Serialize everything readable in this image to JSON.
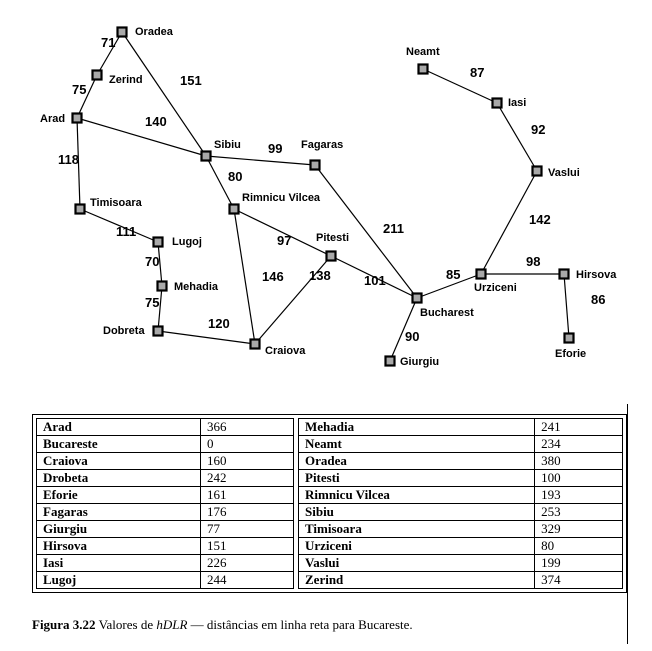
{
  "cities": [
    {
      "id": "oradea",
      "label": "Oradea"
    },
    {
      "id": "zerind",
      "label": "Zerind"
    },
    {
      "id": "arad",
      "label": "Arad"
    },
    {
      "id": "sibiu",
      "label": "Sibiu"
    },
    {
      "id": "fagaras",
      "label": "Fagaras"
    },
    {
      "id": "timisoara",
      "label": "Timisoara"
    },
    {
      "id": "rimnicu",
      "label": "Rimnicu Vilcea"
    },
    {
      "id": "lugoj",
      "label": "Lugoj"
    },
    {
      "id": "pitesti",
      "label": "Pitesti"
    },
    {
      "id": "mehadia",
      "label": "Mehadia"
    },
    {
      "id": "dobreta",
      "label": "Dobreta"
    },
    {
      "id": "craiova",
      "label": "Craiova"
    },
    {
      "id": "bucharest",
      "label": "Bucharest"
    },
    {
      "id": "giurgiu",
      "label": "Giurgiu"
    },
    {
      "id": "urziceni",
      "label": "Urziceni"
    },
    {
      "id": "hirsova",
      "label": "Hirsova"
    },
    {
      "id": "eforie",
      "label": "Eforie"
    },
    {
      "id": "vaslui",
      "label": "Vaslui"
    },
    {
      "id": "iasi",
      "label": "Iasi"
    },
    {
      "id": "neamt",
      "label": "Neamt"
    }
  ],
  "roads": [
    {
      "from": "oradea",
      "to": "zerind",
      "distance": "71"
    },
    {
      "from": "zerind",
      "to": "arad",
      "distance": "75"
    },
    {
      "from": "oradea",
      "to": "sibiu",
      "distance": "151"
    },
    {
      "from": "arad",
      "to": "sibiu",
      "distance": "140"
    },
    {
      "from": "arad",
      "to": "timisoara",
      "distance": "118"
    },
    {
      "from": "sibiu",
      "to": "fagaras",
      "distance": "99"
    },
    {
      "from": "sibiu",
      "to": "rimnicu",
      "distance": "80"
    },
    {
      "from": "timisoara",
      "to": "lugoj",
      "distance": "111"
    },
    {
      "from": "lugoj",
      "to": "mehadia",
      "distance": "70"
    },
    {
      "from": "mehadia",
      "to": "dobreta",
      "distance": "75"
    },
    {
      "from": "dobreta",
      "to": "craiova",
      "distance": "120"
    },
    {
      "from": "rimnicu",
      "to": "pitesti",
      "distance": "97"
    },
    {
      "from": "rimnicu",
      "to": "craiova",
      "distance": "146"
    },
    {
      "from": "pitesti",
      "to": "craiova",
      "distance": "138"
    },
    {
      "from": "fagaras",
      "to": "bucharest",
      "distance": "211"
    },
    {
      "from": "pitesti",
      "to": "bucharest",
      "distance": "101"
    },
    {
      "from": "bucharest",
      "to": "giurgiu",
      "distance": "90"
    },
    {
      "from": "bucharest",
      "to": "urziceni",
      "distance": "85"
    },
    {
      "from": "urziceni",
      "to": "hirsova",
      "distance": "98"
    },
    {
      "from": "hirsova",
      "to": "eforie",
      "distance": "86"
    },
    {
      "from": "urziceni",
      "to": "vaslui",
      "distance": "142"
    },
    {
      "from": "vaslui",
      "to": "iasi",
      "distance": "92"
    },
    {
      "from": "iasi",
      "to": "neamt",
      "distance": "87"
    }
  ],
  "table": {
    "rows": [
      {
        "left_city": "Arad",
        "left_value": "366",
        "right_city": "Mehadia",
        "right_value": "241"
      },
      {
        "left_city": "Bucareste",
        "left_value": "0",
        "right_city": "Neamt",
        "right_value": "234"
      },
      {
        "left_city": "Craiova",
        "left_value": "160",
        "right_city": "Oradea",
        "right_value": "380"
      },
      {
        "left_city": "Drobeta",
        "left_value": "242",
        "right_city": "Pitesti",
        "right_value": "100"
      },
      {
        "left_city": "Eforie",
        "left_value": "161",
        "right_city": "Rimnicu Vilcea",
        "right_value": "193"
      },
      {
        "left_city": "Fagaras",
        "left_value": "176",
        "right_city": "Sibiu",
        "right_value": "253"
      },
      {
        "left_city": "Giurgiu",
        "left_value": "77",
        "right_city": "Timisoara",
        "right_value": "329"
      },
      {
        "left_city": "Hirsova",
        "left_value": "151",
        "right_city": "Urziceni",
        "right_value": "80"
      },
      {
        "left_city": "Iasi",
        "left_value": "226",
        "right_city": "Vaslui",
        "right_value": "199"
      },
      {
        "left_city": "Lugoj",
        "left_value": "244",
        "right_city": "Zerind",
        "right_value": "374"
      }
    ]
  },
  "caption": {
    "figure": "Figura 3.22",
    "prefix": " Valores de ",
    "function": "hDLR",
    "suffix": " — distâncias em linha reta para Bucareste."
  }
}
